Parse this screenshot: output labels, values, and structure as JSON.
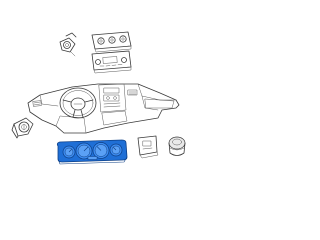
{
  "figure": {
    "kind": "instrument panel parts diagram",
    "highlight_color": "#1f6fd6",
    "line_color": "#3a3a3a",
    "background": "#ffffff"
  },
  "parts": [
    {
      "name": "instrument-cluster",
      "highlighted": true
    },
    {
      "name": "climate-control-panel",
      "highlighted": false
    },
    {
      "name": "radio-head-unit",
      "highlighted": false
    },
    {
      "name": "ignition-switch",
      "highlighted": false
    },
    {
      "name": "headlamp-switch",
      "highlighted": false
    },
    {
      "name": "control-module",
      "highlighted": false
    },
    {
      "name": "knob",
      "highlighted": false
    },
    {
      "name": "dashboard",
      "highlighted": false
    },
    {
      "name": "steering-wheel",
      "highlighted": false
    }
  ]
}
